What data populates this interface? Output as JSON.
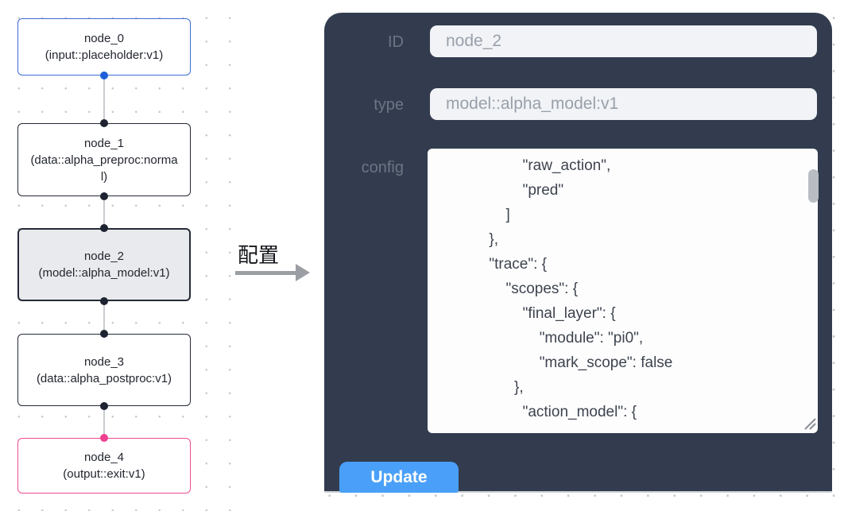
{
  "graph": {
    "nodes": [
      {
        "title": "node_0",
        "subtitle": "(input::placeholder:v1)"
      },
      {
        "title": "node_1",
        "subtitle": "(data::alpha_preproc:normal)"
      },
      {
        "title": "node_2",
        "subtitle": "(model::alpha_model:v1)"
      },
      {
        "title": "node_3",
        "subtitle": "(data::alpha_postproc:v1)"
      },
      {
        "title": "node_4",
        "subtitle": "(output::exit:v1)"
      }
    ]
  },
  "transfer": {
    "label": "配置"
  },
  "panel": {
    "id_label": "ID",
    "id_value": "node_2",
    "type_label": "type",
    "type_value": "model::alpha_model:v1",
    "config_label": "config",
    "config_value": "                    \"raw_action\",\n                    \"pred\"\n                ]\n            },\n            \"trace\": {\n                \"scopes\": {\n                    \"final_layer\": {\n                        \"module\": \"pi0\",\n                        \"mark_scope\": false\n                  },\n                    \"action_model\": {",
    "update_label": "Update"
  },
  "colors": {
    "panel_bg": "#323c4e",
    "accent_blue": "#4aa0f8",
    "input_node_border": "#3e6bd5",
    "output_node_border": "#ee4c93",
    "node_border": "#242a37",
    "selected_node_bg": "#e9eaed",
    "edge_dot": "#1d2330",
    "source_dot": "#1d5fd8",
    "target_dot": "#f0418f"
  }
}
